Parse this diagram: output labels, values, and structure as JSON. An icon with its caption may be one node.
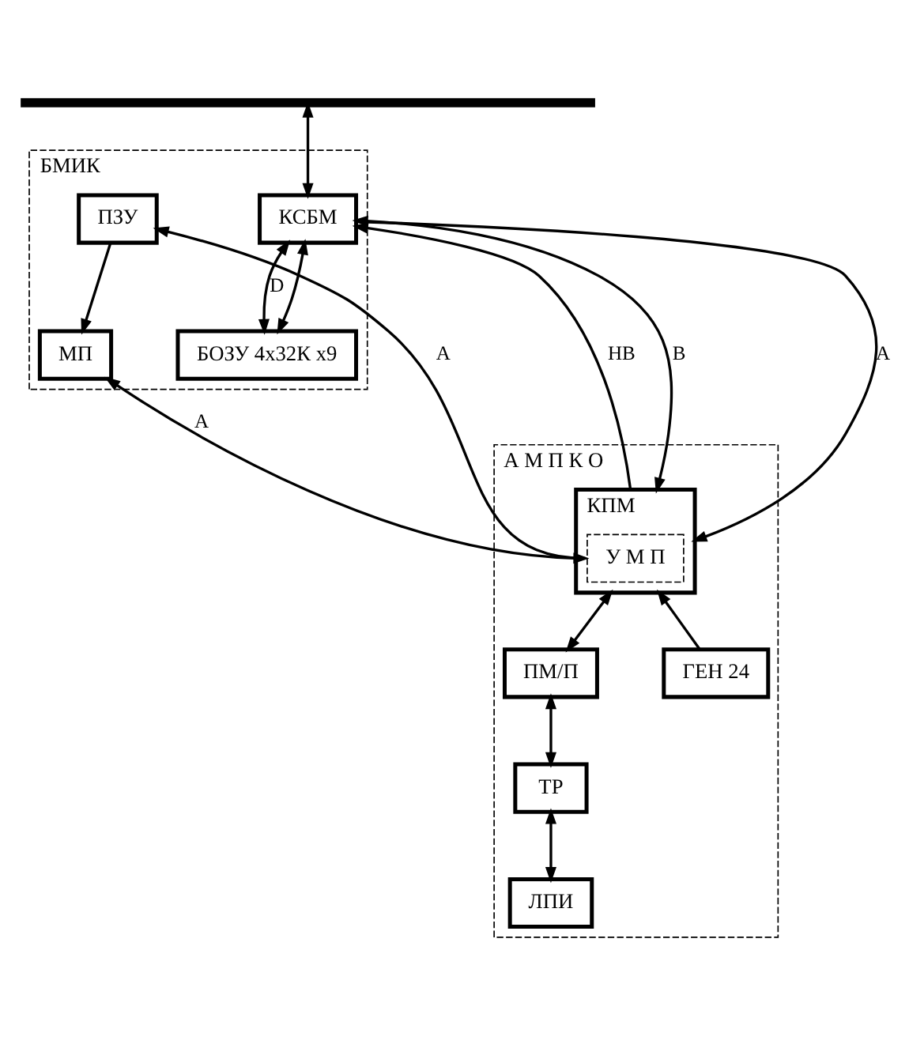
{
  "diagram": {
    "nodes": [
      {
        "text": [],
        "shape": "bar"
      },
      {
        "text": [
          "БМИК"
        ]
      },
      {
        "text": [
          "ПЗУ"
        ],
        "in": 1
      },
      {
        "text": [
          "МП"
        ],
        "in": 1
      },
      {
        "text": [
          "КСБМ"
        ],
        "in": 1
      },
      {
        "text": [
          "БОЗУ 4х32К х9"
        ],
        "in": 1
      },
      {
        "text": [
          "А М П К О"
        ]
      },
      {
        "text": [
          "КПМ"
        ],
        "in": 6
      },
      {
        "text": [
          "У М П"
        ],
        "in": 7
      },
      {
        "text": [
          "ПМ/П"
        ],
        "in": 6
      },
      {
        "text": [
          "ТР"
        ],
        "in": 6
      },
      {
        "text": [
          "ГЕН 24"
        ],
        "in": 6
      },
      {
        "text": [
          "ЛПИ"
        ],
        "in": 6
      }
    ],
    "edges": [
      {
        "from": 0,
        "to": 4,
        "arrow": "both"
      },
      {
        "from": 4,
        "to": 5,
        "arrow": "both",
        "label": "D"
      },
      {
        "from": 4,
        "to": 5,
        "arrow": "both"
      },
      {
        "from": 4,
        "to": 7,
        "arrow": "to",
        "label": "А"
      },
      {
        "from": 7,
        "to": 4,
        "arrow": "to",
        "label": "НВ"
      },
      {
        "from": 4,
        "to": 7,
        "arrow": "both",
        "label": "В"
      },
      {
        "from": 8,
        "to": 2,
        "arrow": "to",
        "label": "А"
      },
      {
        "from": 8,
        "to": 3,
        "arrow": "both",
        "label": "А"
      },
      {
        "from": 2,
        "to": 3,
        "arrow": "to"
      },
      {
        "from": 7,
        "to": 9,
        "arrow": "both"
      },
      {
        "from": 9,
        "to": 10,
        "arrow": "both"
      },
      {
        "from": 10,
        "to": 12,
        "arrow": "both"
      },
      {
        "from": 11,
        "to": 7,
        "arrow": "to"
      }
    ]
  }
}
